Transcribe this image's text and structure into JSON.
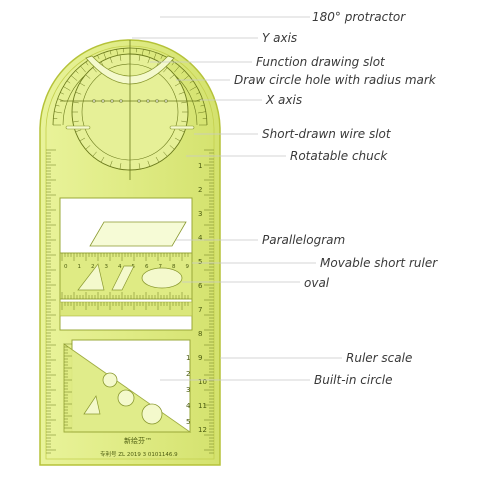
{
  "callouts": [
    {
      "id": "protractor",
      "label": "180° protractor"
    },
    {
      "id": "y-axis",
      "label": "Y axis"
    },
    {
      "id": "function-slot",
      "label": "Function drawing slot"
    },
    {
      "id": "circle-hole",
      "label": "Draw circle hole with radius mark"
    },
    {
      "id": "x-axis",
      "label": "X axis"
    },
    {
      "id": "wire-slot",
      "label": "Short-drawn wire slot"
    },
    {
      "id": "chuck",
      "label": "Rotatable chuck"
    },
    {
      "id": "parallelogram",
      "label": "Parallelogram"
    },
    {
      "id": "movable-ruler",
      "label": "Movable short ruler"
    },
    {
      "id": "oval",
      "label": "oval"
    },
    {
      "id": "ruler-scale",
      "label": "Ruler scale"
    },
    {
      "id": "builtin-circle",
      "label": "Built-in circle"
    }
  ],
  "ruler": {
    "brand_mark": "新绘芬™",
    "patent_text": "专利号  ZL 2019 3 0101146.9",
    "right_scale_numbers": [
      "1",
      "2",
      "3",
      "4",
      "5",
      "6",
      "7",
      "8",
      "9",
      "10",
      "11",
      "12"
    ],
    "lower_scale_numbers": [
      "1",
      "2",
      "3",
      "4",
      "5"
    ],
    "short_ruler_numbers": [
      "0",
      "1",
      "2",
      "3",
      "4",
      "5",
      "6",
      "7",
      "8",
      "9"
    ]
  },
  "colors": {
    "ruler_fill": "#e3ee8c",
    "ruler_edge": "#b5c239",
    "marking": "#6b7a1c",
    "leader_line": "#c9c9c9",
    "callout_text": "#3a3a3a"
  }
}
